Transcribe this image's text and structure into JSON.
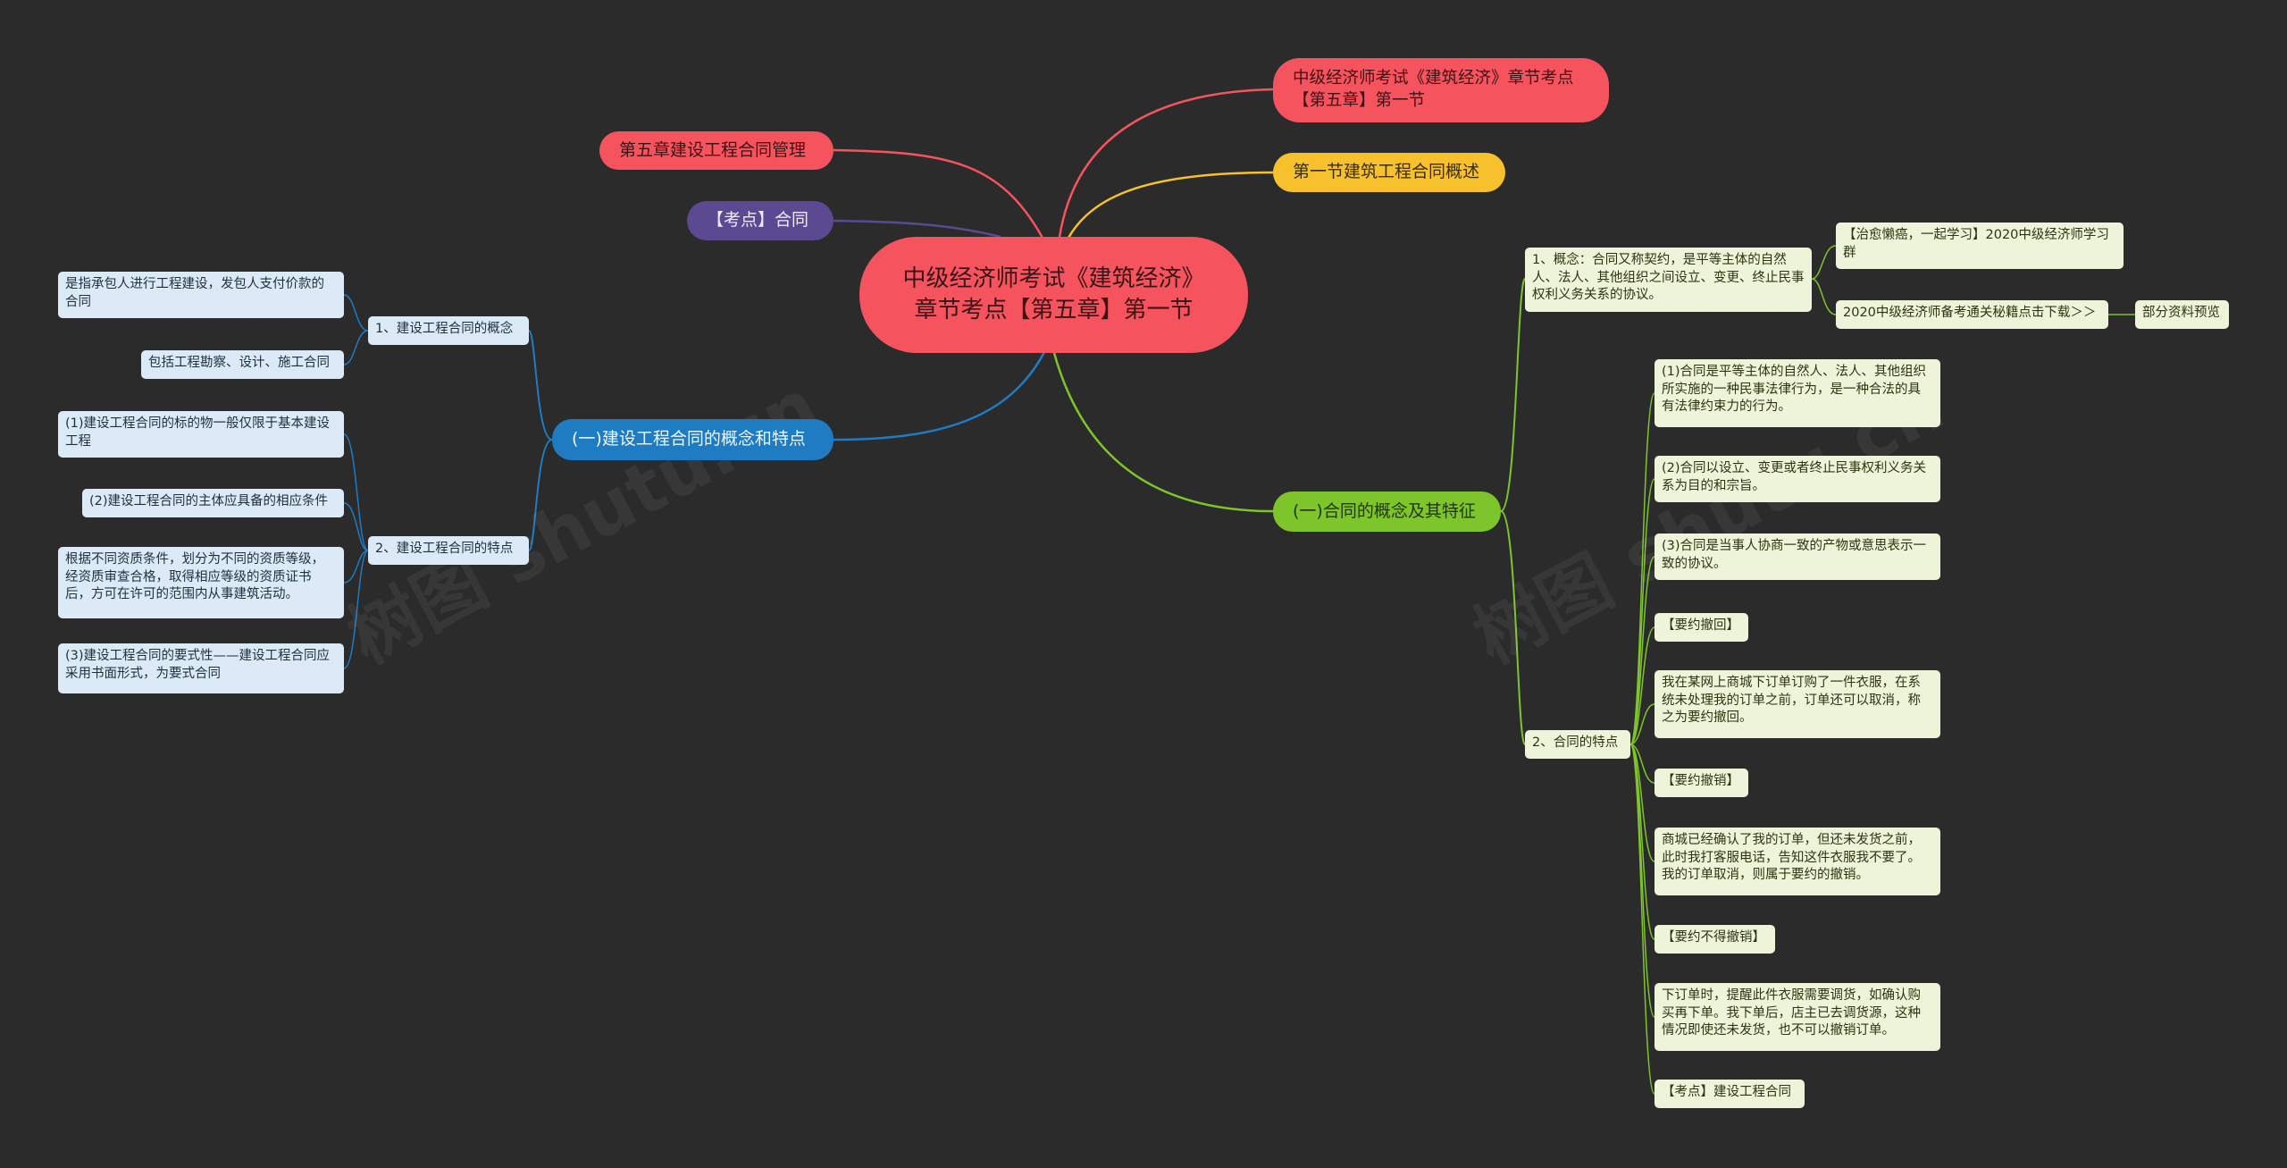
{
  "root": {
    "title": "中级经济师考试《建筑经济》章节考点【第五章】第一节"
  },
  "top_right": {
    "title_node": "中级经济师考试《建筑经济》章节考点【第五章】第一节",
    "section_node": "第一节建筑工程合同概述"
  },
  "top_left": {
    "chapter_node": "第五章建设工程合同管理",
    "kaodian_node": "【考点】合同"
  },
  "left_branch": {
    "title": "(一)建设工程合同的概念和特点",
    "concept": {
      "label": "1、建设工程合同的概念",
      "items": [
        "是指承包人进行工程建设，发包人支付价款的合同",
        "包括工程勘察、设计、施工合同"
      ]
    },
    "features": {
      "label": "2、建设工程合同的特点",
      "items": [
        "(1)建设工程合同的标的物一般仅限于基本建设工程",
        "(2)建设工程合同的主体应具备的相应条件",
        "根据不同资质条件，划分为不同的资质等级，经资质审查合格，取得相应等级的资质证书后，方可在许可的范围内从事建筑活动。",
        "(3)建设工程合同的要式性——建设工程合同应采用书面形式，为要式合同"
      ]
    }
  },
  "right_branch": {
    "title": "(一)合同的概念及其特征",
    "concept": {
      "label": "1、概念：合同又称契约，是平等主体的自然人、法人、其他组织之间设立、变更、终止民事权利义务关系的协议。",
      "links": [
        "【治愈懒癌，一起学习】2020中级经济师学习群",
        "2020中级经济师备考通关秘籍点击下载＞＞"
      ],
      "preview": "部分资料预览"
    },
    "features": {
      "label": "2、合同的特点",
      "items": [
        "(1)合同是平等主体的自然人、法人、其他组织所实施的一种民事法律行为，是一种合法的具有法律约束力的行为。",
        "(2)合同以设立、变更或者终止民事权利义务关系为目的和宗旨。",
        "(3)合同是当事人协商一致的产物或意思表示一致的协议。",
        "【要约撤回】",
        "我在某网上商城下订单订购了一件衣服，在系统未处理我的订单之前，订单还可以取消，称之为要约撤回。",
        "【要约撤销】",
        "商城已经确认了我的订单，但还未发货之前，此时我打客服电话，告知这件衣服我不要了。我的订单取消，则属于要约的撤销。",
        "【要约不得撤销】",
        "下订单时，提醒此件衣服需要调货，如确认购买再下单。我下单后，店主已去调货源，这种情况即使还未发货，也不可以撤销订单。",
        "【考点】建设工程合同"
      ]
    }
  },
  "colors": {
    "background": "#2b2b2b",
    "red": "#f5545e",
    "yellow": "#f7c12e",
    "purple": "#5b4a92",
    "blue": "#1f7bc2",
    "green": "#7ec52b",
    "leaf_blue": "#dbeaf6",
    "leaf_green": "#eef4da"
  }
}
